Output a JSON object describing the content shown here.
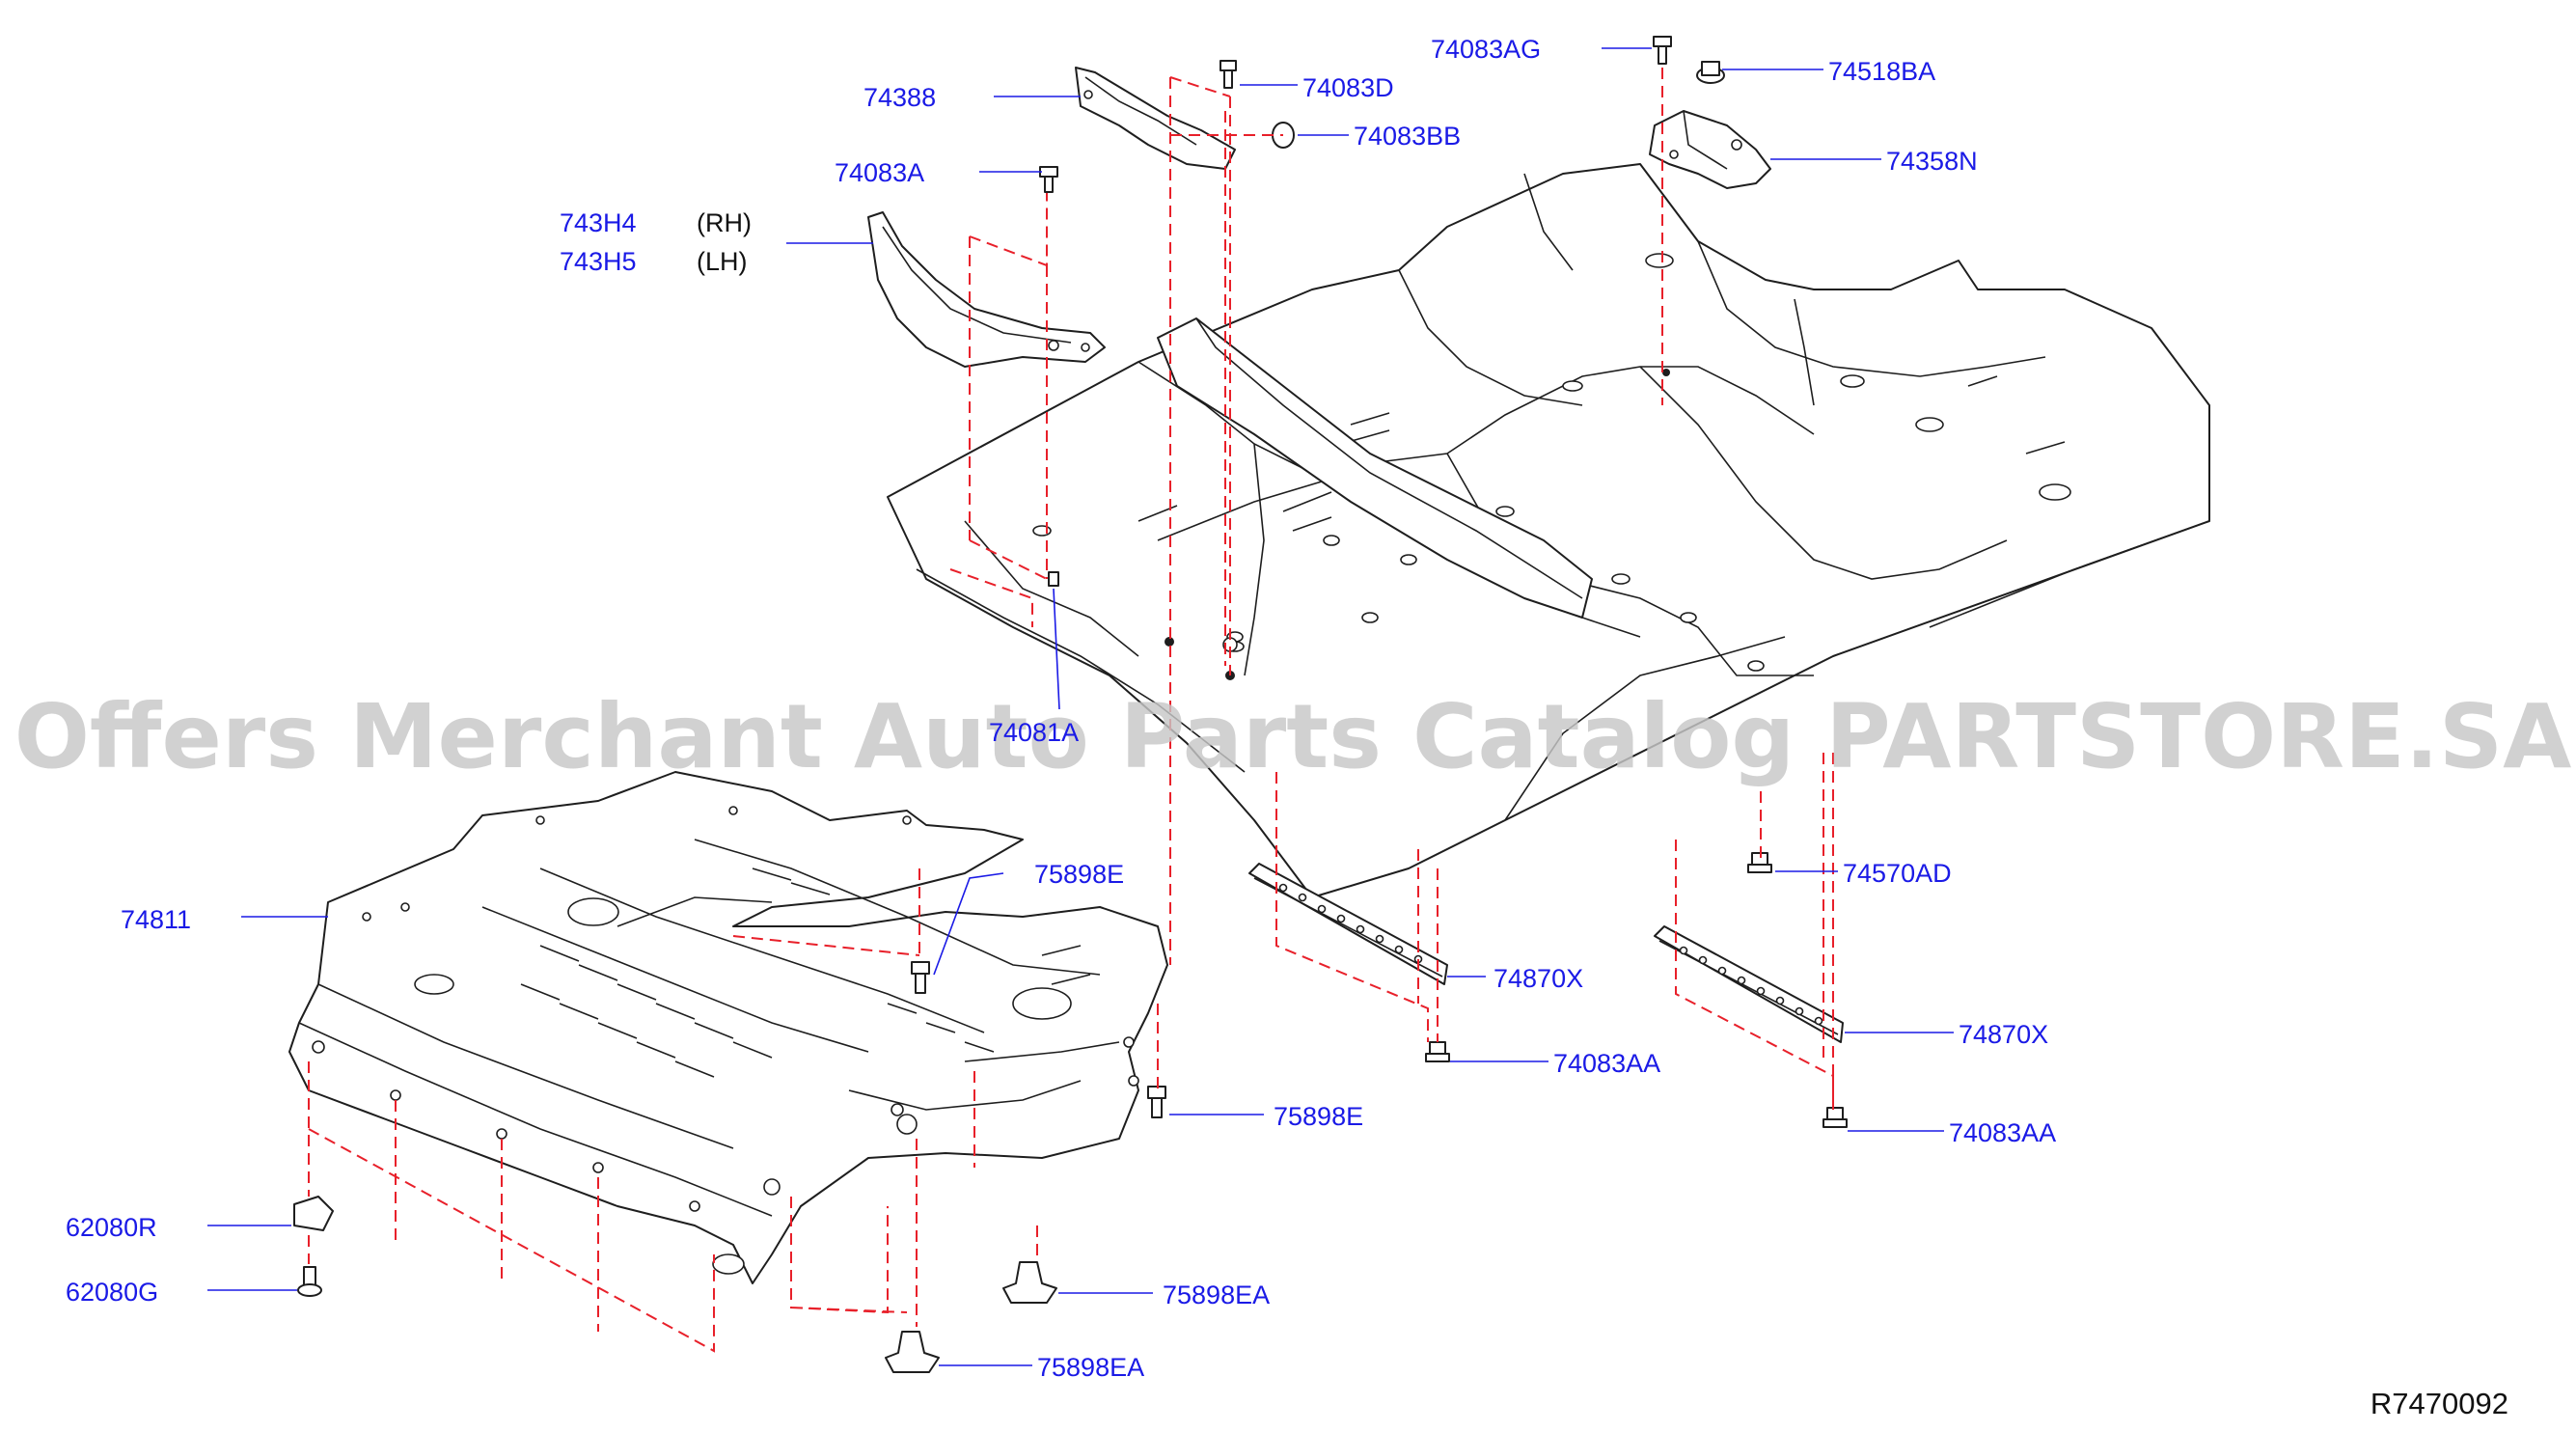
{
  "diagram_id": "R7470092",
  "watermark": "Offers Merchant Auto Parts Catalog PARTSTORE.SA",
  "parts": [
    {
      "code": "74083AG"
    },
    {
      "code": "74518BA"
    },
    {
      "code": "74388"
    },
    {
      "code": "74083D"
    },
    {
      "code": "74083BB"
    },
    {
      "code": "74358N"
    },
    {
      "code": "74083A"
    },
    {
      "code": "743H4",
      "side": "(RH)"
    },
    {
      "code": "743H5",
      "side": "(LH)"
    },
    {
      "code": "74081A"
    },
    {
      "code": "74811"
    },
    {
      "code": "75898E"
    },
    {
      "code": "74570AD"
    },
    {
      "code": "74870X"
    },
    {
      "code": "74870X"
    },
    {
      "code": "74083AA"
    },
    {
      "code": "74083AA"
    },
    {
      "code": "75898E"
    },
    {
      "code": "62080R"
    },
    {
      "code": "62080G"
    },
    {
      "code": "75898EA"
    },
    {
      "code": "75898EA"
    }
  ]
}
